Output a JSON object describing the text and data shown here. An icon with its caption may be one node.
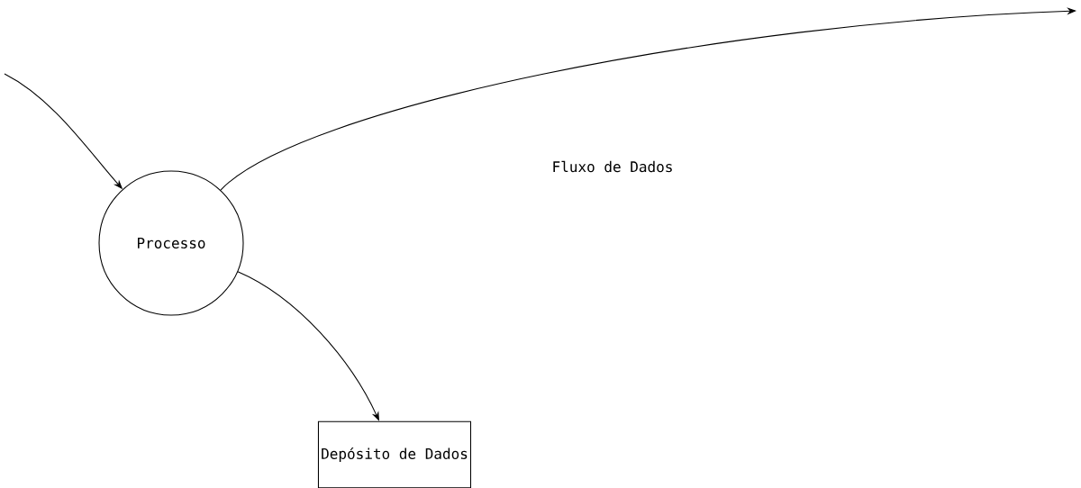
{
  "diagram": {
    "nodes": [
      {
        "text": [
          "Processo"
        ]
      },
      {
        "text": [
          "Depósito de Dados"
        ]
      }
    ],
    "edges": [
      {
        "from": null,
        "to": 0,
        "arrow": "to"
      },
      {
        "from": 0,
        "to": null,
        "arrow": "to"
      },
      {
        "from": 0,
        "to": 1,
        "arrow": "to"
      }
    ],
    "labels": [
      "Fluxo de Dados"
    ]
  }
}
